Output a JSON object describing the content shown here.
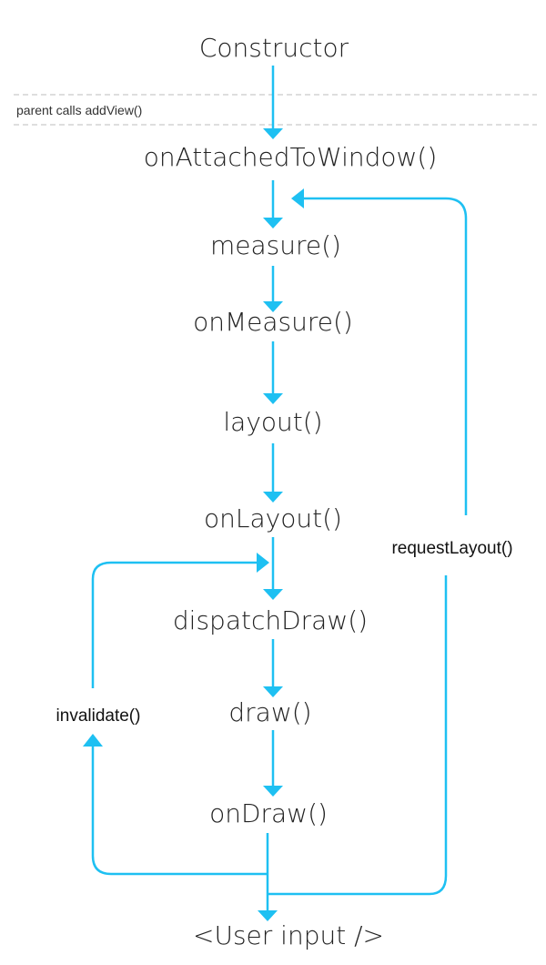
{
  "diagram": {
    "nodes": {
      "constructor": "Constructor",
      "on_attached_to_window": "onAttachedToWindow()",
      "measure": "measure()",
      "on_measure": "onMeasure()",
      "layout": "layout()",
      "on_layout": "onLayout()",
      "dispatch_draw": "dispatchDraw()",
      "draw": "draw()",
      "on_draw": "onDraw()",
      "user_input": "<User input />"
    },
    "note": "parent calls addView()",
    "loops": {
      "request_layout": "requestLayout()",
      "invalidate": "invalidate()"
    },
    "colors": {
      "arrow": "#1ec0f2",
      "text": "#222222",
      "divider": "#bdbdbd"
    }
  }
}
